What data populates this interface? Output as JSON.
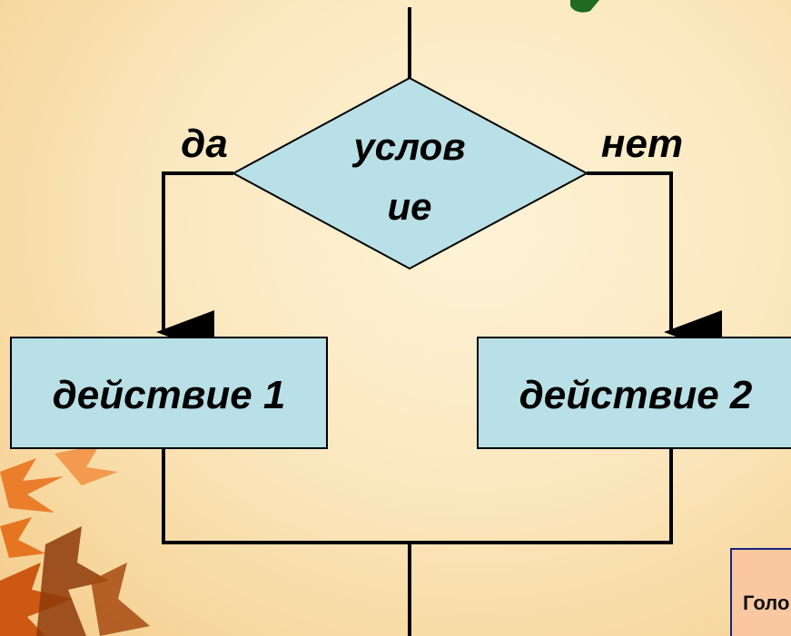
{
  "diagram": {
    "condition": {
      "line1": "услов",
      "line2": "ие"
    },
    "branch_yes": "да",
    "branch_no": "нет",
    "action1": "действие 1",
    "action2": "действие 2"
  },
  "caption_box": {
    "text": "Голо"
  },
  "colors": {
    "shape_fill": "#b9e0e6",
    "stroke": "#000000",
    "caption_border": "#1a237e",
    "caption_fill": "#f9c8a0",
    "title_fragment": "#1f6b1f",
    "leaves": "#e0661e"
  }
}
